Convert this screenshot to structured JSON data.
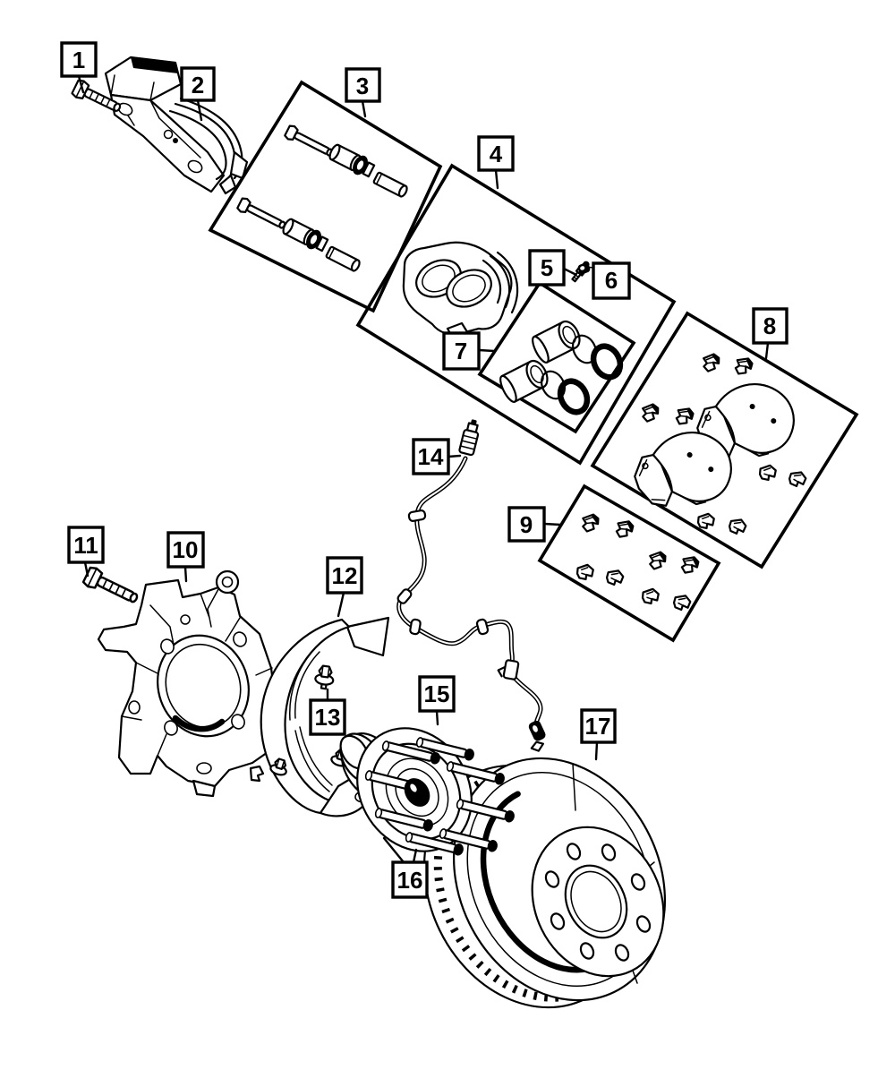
{
  "diagram": {
    "background_color": "#ffffff",
    "line_color": "#000000",
    "callouts": [
      {
        "id": "1",
        "label": "1"
      },
      {
        "id": "2",
        "label": "2"
      },
      {
        "id": "3",
        "label": "3"
      },
      {
        "id": "4",
        "label": "4"
      },
      {
        "id": "5",
        "label": "5"
      },
      {
        "id": "6",
        "label": "6"
      },
      {
        "id": "7",
        "label": "7"
      },
      {
        "id": "8",
        "label": "8"
      },
      {
        "id": "9",
        "label": "9"
      },
      {
        "id": "10",
        "label": "10"
      },
      {
        "id": "11",
        "label": "11"
      },
      {
        "id": "12",
        "label": "12"
      },
      {
        "id": "13",
        "label": "13"
      },
      {
        "id": "14",
        "label": "14"
      },
      {
        "id": "15",
        "label": "15"
      },
      {
        "id": "16",
        "label": "16"
      },
      {
        "id": "17",
        "label": "17"
      }
    ]
  }
}
